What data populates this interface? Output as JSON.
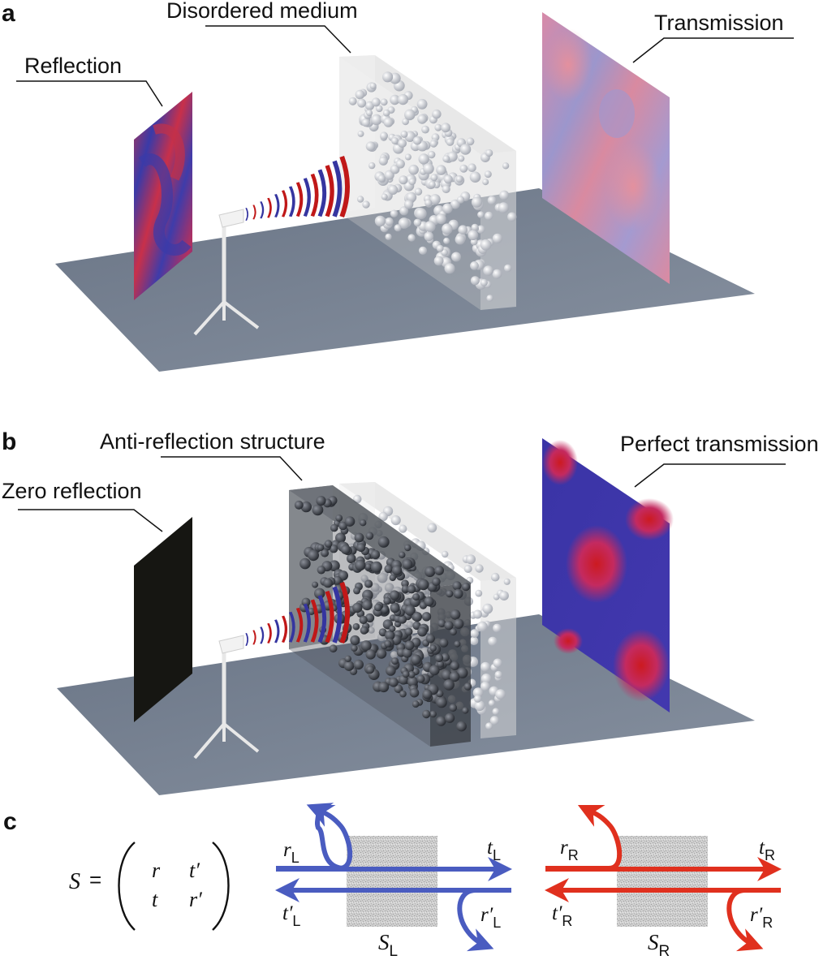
{
  "panels": {
    "a": {
      "letter": "a",
      "labels": {
        "reflection": "Reflection",
        "medium": "Disordered medium",
        "transmission": "Transmission"
      }
    },
    "b": {
      "letter": "b",
      "labels": {
        "zero_reflection": "Zero reflection",
        "anti_reflection": "Anti-reflection structure",
        "perfect_transmission": "Perfect transmission"
      }
    },
    "c": {
      "letter": "c",
      "matrix": {
        "lhs": "S",
        "equals": "=",
        "entries": [
          "r",
          "t′",
          "t",
          "r′"
        ]
      },
      "left_block": {
        "label": "S",
        "label_sub": "L",
        "r": "r",
        "r_sub": "L",
        "t": "t",
        "t_sub": "L",
        "tp": "t′",
        "tp_sub": "L",
        "rp": "r′",
        "rp_sub": "L"
      },
      "right_block": {
        "label": "S",
        "label_sub": "R",
        "r": "r",
        "r_sub": "R",
        "t": "t",
        "t_sub": "R",
        "tp": "t′",
        "tp_sub": "R",
        "rp": "r′",
        "rp_sub": "R"
      }
    }
  },
  "colors": {
    "floor": "#6f7a8a",
    "wave_red": "#c01818",
    "wave_blue": "#3535a0",
    "arrow_blue": "#4a5cc0",
    "arrow_red": "#e0301e",
    "scatter_box": "#b8b8b8",
    "zero_screen": "#161612"
  }
}
